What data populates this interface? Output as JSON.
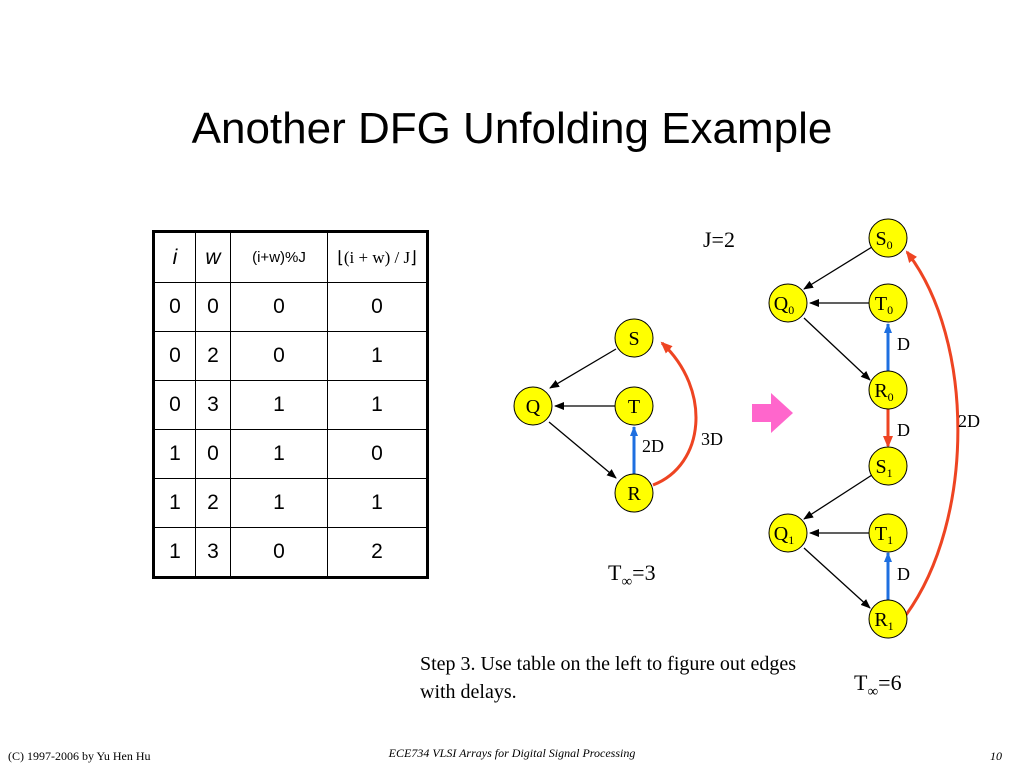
{
  "slide": {
    "title": "Another DFG Unfolding Example",
    "footer_left": "(C) 1997-2006 by Yu Hen Hu",
    "footer_center": "ECE734 VLSI Arrays for Digital Signal Processing",
    "page_number": "10"
  },
  "table": {
    "headers": [
      "i",
      "w",
      "(i+w)%J",
      "⌊(i + w) / J⌋"
    ],
    "rows": [
      [
        "0",
        "0",
        "0",
        "0"
      ],
      [
        "0",
        "2",
        "0",
        "1"
      ],
      [
        "0",
        "3",
        "1",
        "1"
      ],
      [
        "1",
        "0",
        "1",
        "0"
      ],
      [
        "1",
        "2",
        "1",
        "1"
      ],
      [
        "1",
        "3",
        "0",
        "2"
      ]
    ]
  },
  "original_dfg": {
    "nodes": [
      "S",
      "Q",
      "T",
      "R"
    ],
    "edge_labels": {
      "t_to_r": "2D",
      "r_to_s": "3D"
    },
    "iteration_bound": {
      "base": "T",
      "sub": "∞",
      "value": "=3"
    }
  },
  "unfolded_dfg": {
    "unfolding_factor": "J=2",
    "nodes": {
      "s0": {
        "base": "S",
        "sub": "0"
      },
      "q0": {
        "base": "Q",
        "sub": "0"
      },
      "t0": {
        "base": "T",
        "sub": "0"
      },
      "r0": {
        "base": "R",
        "sub": "0"
      },
      "s1": {
        "base": "S",
        "sub": "1"
      },
      "q1": {
        "base": "Q",
        "sub": "1"
      },
      "t1": {
        "base": "T",
        "sub": "1"
      },
      "r1": {
        "base": "R",
        "sub": "1"
      }
    },
    "edge_labels": {
      "r0_t0": "D",
      "r0_s1": "D",
      "r1_t1": "D",
      "r1_s0": "2D"
    },
    "iteration_bound": {
      "base": "T",
      "sub": "∞",
      "value": "=6"
    }
  },
  "caption": "Step 3. Use table on the left to figure out edges with delays.",
  "colors": {
    "node_fill": "#ffff00",
    "blue_edge": "#1e6fe0",
    "red_edge": "#ee4422",
    "blue_text": "#1a50d0",
    "red_text": "#e02020",
    "arrow_pink": "#ff66cc"
  }
}
